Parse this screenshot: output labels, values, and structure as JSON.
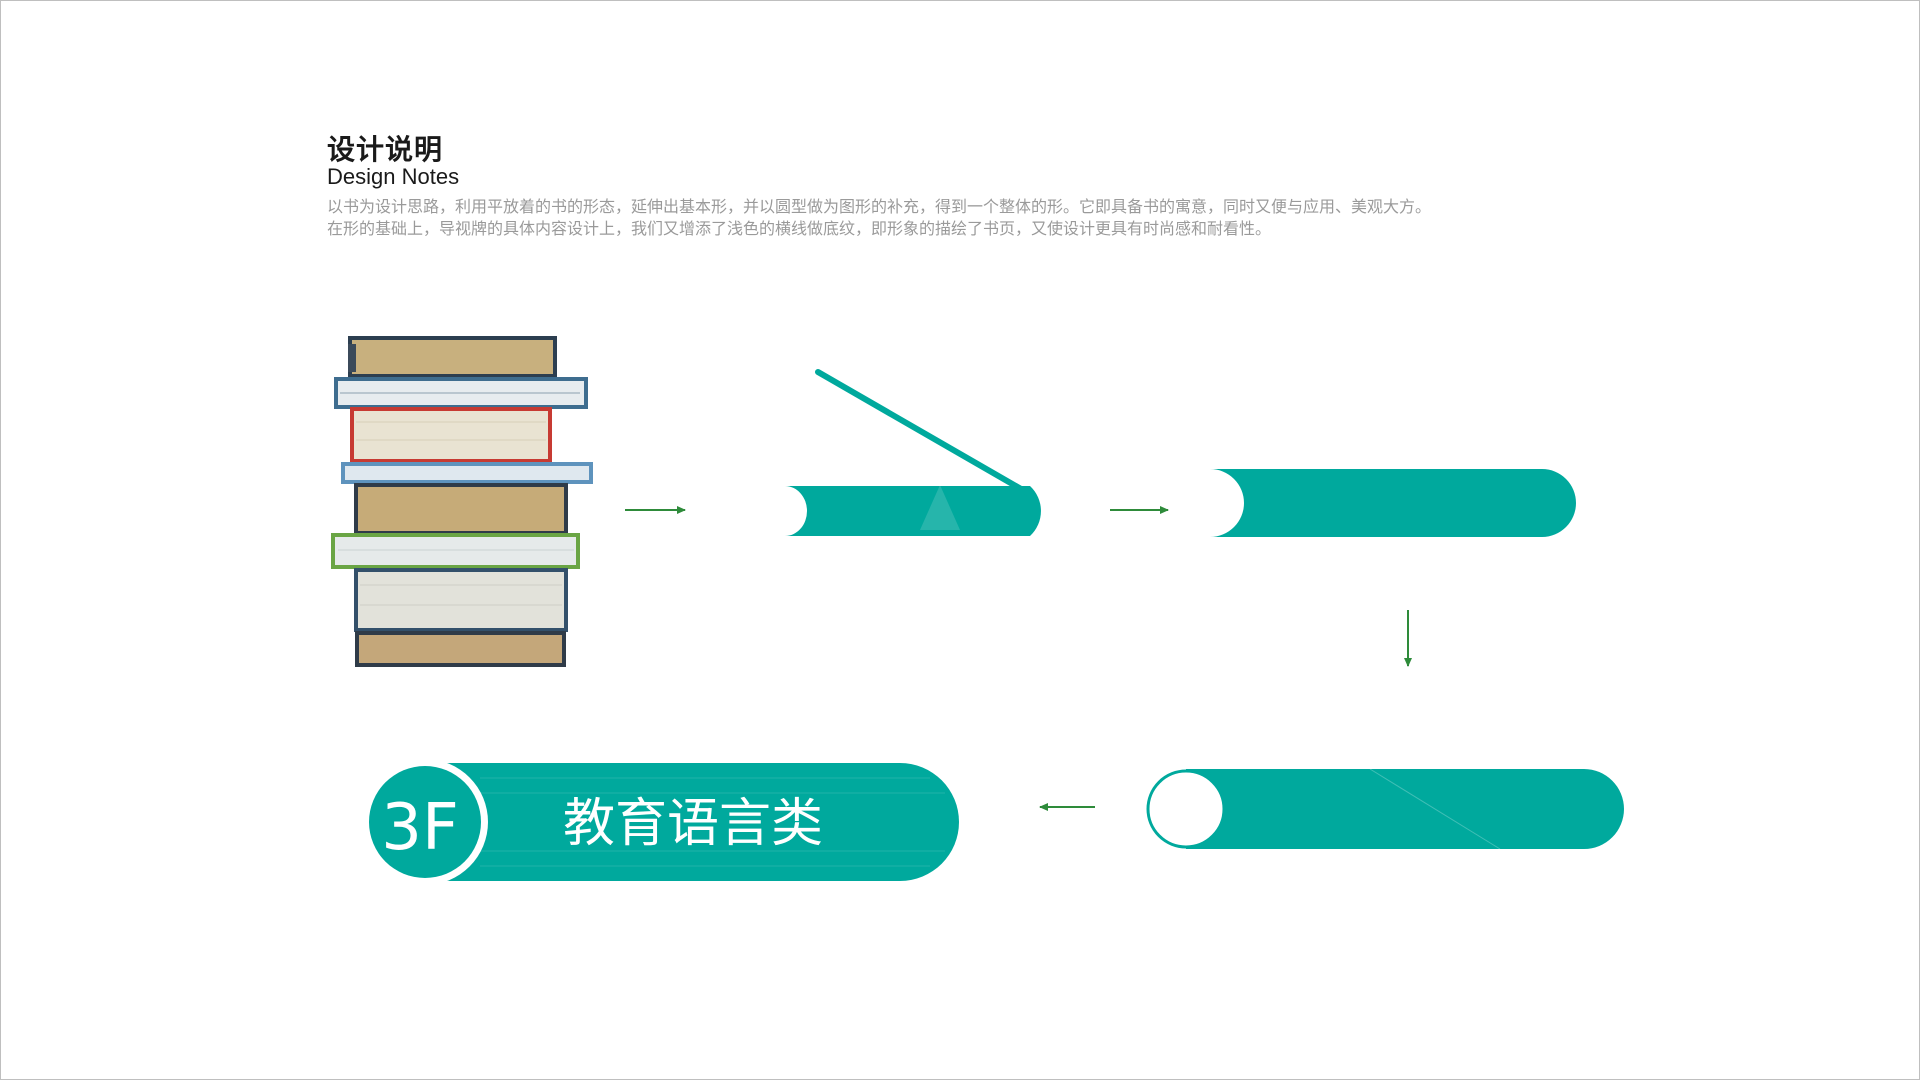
{
  "header": {
    "title": "设计说明",
    "subtitle": "Design Notes",
    "description_line1": "以书为设计思路，利用平放着的书的形态，延伸出基本形，并以圆型做为图形的补充，得到一个整体的形。它即具备书的寓意，同时又便与应用、美观大方。",
    "description_line2": "在形的基础上，导视牌的具体内容设计上，我们又增添了浅色的横线做底纹，即形象的描绘了书页，又使设计更具有时尚感和耐看性。"
  },
  "sign": {
    "floor": "3F",
    "category": "教育语言类"
  },
  "colors": {
    "teal": "#00a99d",
    "arrow": "#2e8b3a",
    "background": "#ffffff"
  },
  "icons": {
    "books": "stack-of-books-illustration",
    "arrow_right": "arrow-right-icon",
    "arrow_down": "arrow-down-icon",
    "arrow_left": "arrow-left-icon"
  }
}
